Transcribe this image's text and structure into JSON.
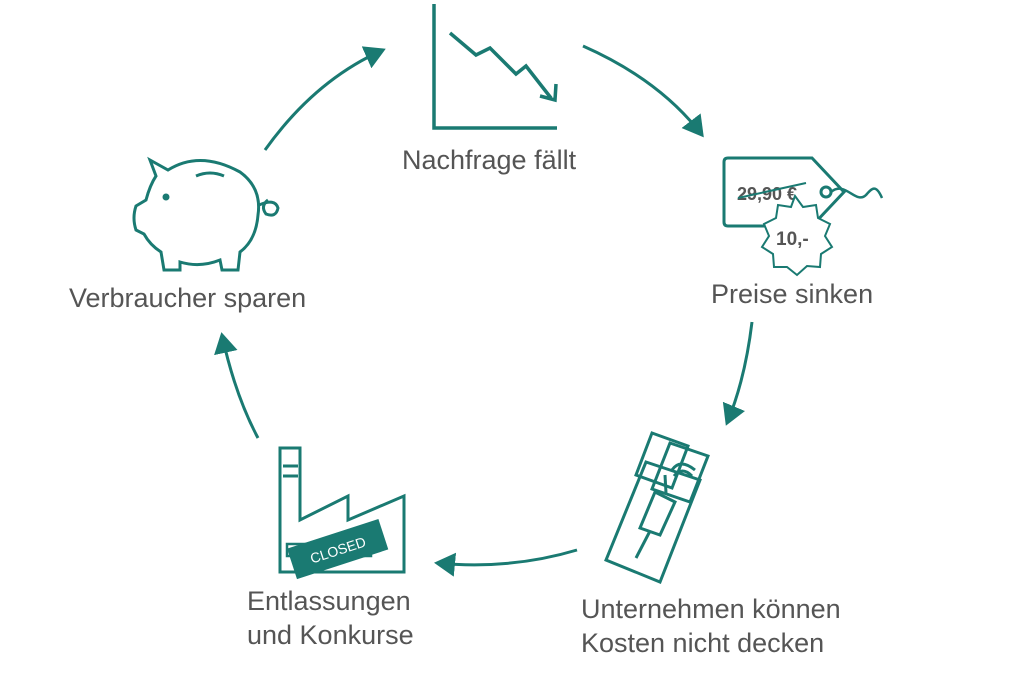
{
  "colors": {
    "teal": "#1a7a72",
    "text": "#555555",
    "background": "#ffffff"
  },
  "steps": [
    {
      "id": "nachfrage",
      "label": "Nachfrage fällt",
      "icon": "falling-chart-icon"
    },
    {
      "id": "preise",
      "label": "Preise sinken",
      "icon": "price-tag-icon",
      "old_price": "29,90 €",
      "new_price": "10,-"
    },
    {
      "id": "unternehmen",
      "label_line1": "Unternehmen können",
      "label_line2": "Kosten nicht decken",
      "icon": "empty-wallet-icon"
    },
    {
      "id": "entlassungen",
      "label_line1": "Entlassungen",
      "label_line2": "und Konkurse",
      "icon": "closed-factory-icon",
      "stamp": "CLOSED"
    },
    {
      "id": "verbraucher",
      "label": "Verbraucher sparen",
      "icon": "piggy-bank-icon"
    }
  ]
}
